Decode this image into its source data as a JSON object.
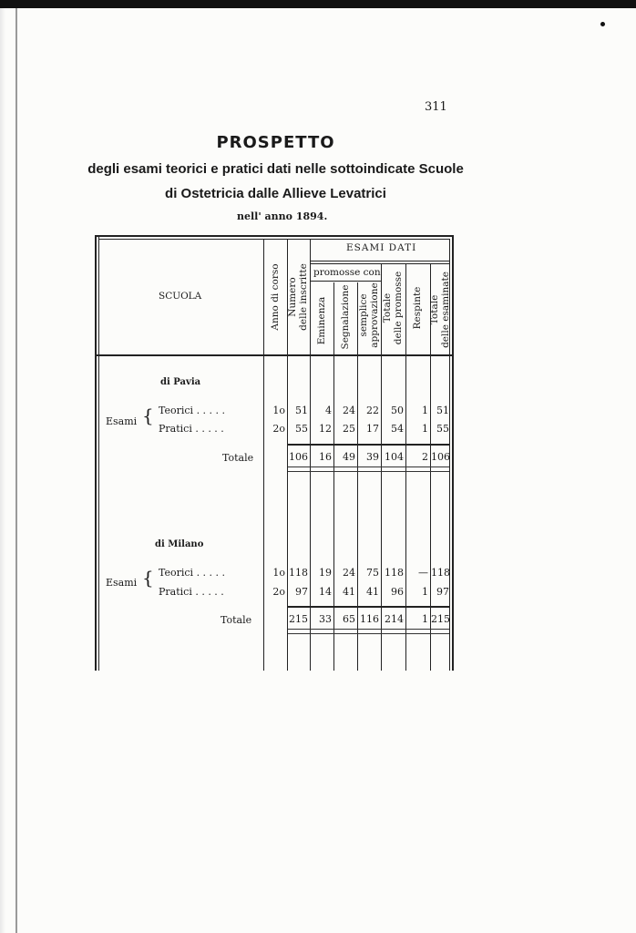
{
  "page_number": "311",
  "title": "PROSPETTO",
  "subtitle_line1": "degli esami teorici e pratici dati nelle sottoindicate Scuole",
  "subtitle_line2": "di Ostetricia dalle Allieve Levatrici",
  "year_line": "nell' anno 1894.",
  "table": {
    "header": {
      "scuola": "SCUOLA",
      "anno": "Anno di corso",
      "numero": [
        "Numero",
        "delle inscritte"
      ],
      "esami_dati": "ESAMI DATI",
      "promosse_con": "promosse con",
      "eminenza": "Eminenza",
      "segnalazione": "Segnalazione",
      "semplice": [
        "semplice",
        "approvazione"
      ],
      "totale_promosse": [
        "Totale",
        "delle promosse"
      ],
      "respinte": "Respinte",
      "totale_esaminate": [
        "Totale",
        "delle esaminate"
      ]
    },
    "sections": [
      {
        "school": "di Pavia",
        "group_label": "Esami",
        "rows": [
          {
            "label": "Teorici . . . . .",
            "anno": "1o",
            "numero": "51",
            "eminenza": "4",
            "segnalazione": "24",
            "semplice": "22",
            "totale_promosse": "50",
            "respinte": "1",
            "totale_esaminate": "51"
          },
          {
            "label": "Pratici . . . . .",
            "anno": "2o",
            "numero": "55",
            "eminenza": "12",
            "segnalazione": "25",
            "semplice": "17",
            "totale_promosse": "54",
            "respinte": "1",
            "totale_esaminate": "55"
          }
        ],
        "total": {
          "label": "Totale",
          "numero": "106",
          "eminenza": "16",
          "segnalazione": "49",
          "semplice": "39",
          "totale_promosse": "104",
          "respinte": "2",
          "totale_esaminate": "106"
        }
      },
      {
        "school": "di Milano",
        "group_label": "Esami",
        "rows": [
          {
            "label": "Teorici . . . . .",
            "anno": "1o",
            "numero": "118",
            "eminenza": "19",
            "segnalazione": "24",
            "semplice": "75",
            "totale_promosse": "118",
            "respinte": "—",
            "totale_esaminate": "118"
          },
          {
            "label": "Pratici . . . . .",
            "anno": "2o",
            "numero": "97",
            "eminenza": "14",
            "segnalazione": "41",
            "semplice": "41",
            "totale_promosse": "96",
            "respinte": "1",
            "totale_esaminate": "97"
          }
        ],
        "total": {
          "label": "Totale",
          "numero": "215",
          "eminenza": "33",
          "segnalazione": "65",
          "semplice": "116",
          "totale_promosse": "214",
          "respinte": "1",
          "totale_esaminate": "215"
        }
      }
    ]
  }
}
